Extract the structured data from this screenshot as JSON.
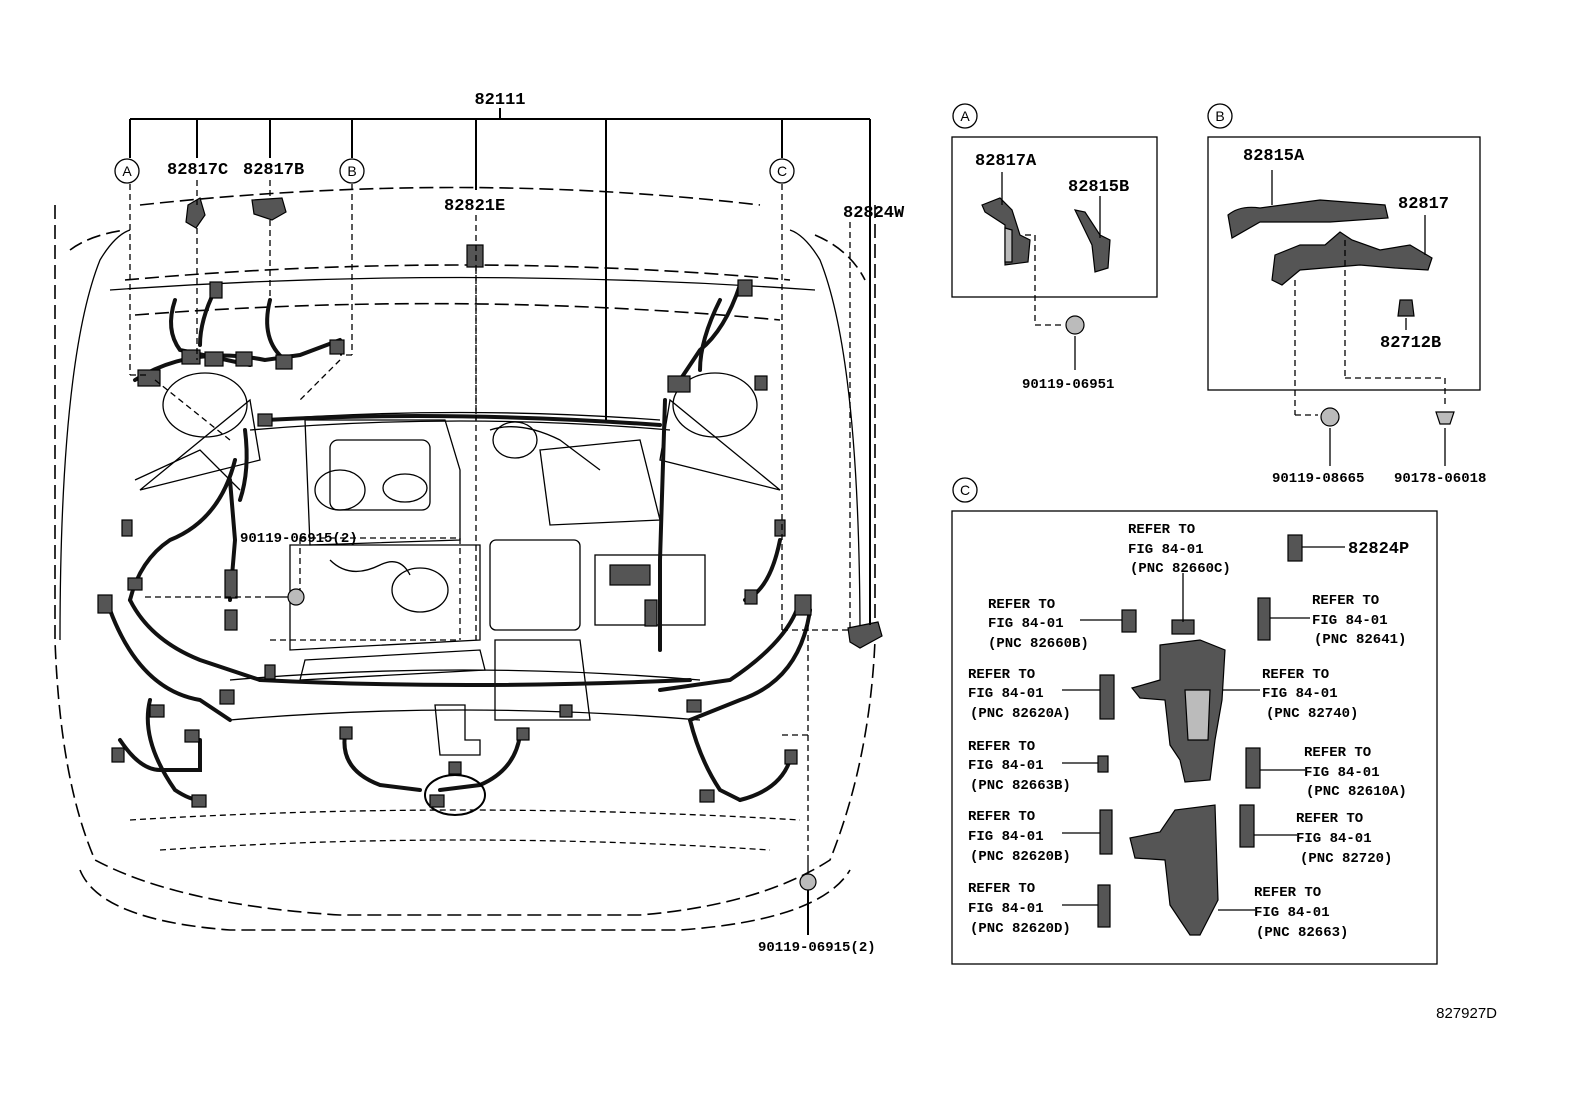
{
  "labels": {
    "harness": "82111",
    "p82817c": "82817C",
    "p82817b": "82817B",
    "p82821e": "82821E",
    "p82824w": "82824W",
    "bolt_left": "90119-06915(2)",
    "bolt_bottom": "90119-06915(2)",
    "p82817a": "82817A",
    "p82815b": "82815B",
    "bolt_a": "90119-06951",
    "p82815a": "82815A",
    "p82817": "82817",
    "p82712b": "82712B",
    "bolt_b": "90119-08665",
    "clip_b": "90178-06018",
    "p82824p": "82824P",
    "diagram_id": "827927D"
  },
  "callouts": {
    "a": "A",
    "b": "B",
    "c": "C"
  },
  "refer": {
    "r1": [
      "REFER TO",
      "FIG 84-01",
      "(PNC 82660C)"
    ],
    "r2": [
      "REFER TO",
      "FIG 84-01",
      "(PNC 82660B)"
    ],
    "r3": [
      "REFER TO",
      "FIG 84-01",
      "(PNC 82641)"
    ],
    "r4": [
      "REFER TO",
      "FIG 84-01",
      "(PNC 82620A)"
    ],
    "r5": [
      "REFER TO",
      "FIG 84-01",
      "(PNC 82740)"
    ],
    "r6": [
      "REFER TO",
      "FIG 84-01",
      "(PNC 82663B)"
    ],
    "r7": [
      "REFER TO",
      "FIG 84-01",
      "(PNC 82610A)"
    ],
    "r8": [
      "REFER TO",
      "FIG 84-01",
      "(PNC 82620B)"
    ],
    "r9": [
      "REFER TO",
      "FIG 84-01",
      "(PNC 82720)"
    ],
    "r10": [
      "REFER TO",
      "FIG 84-01",
      "(PNC 82620D)"
    ],
    "r11": [
      "REFER TO",
      "FIG 84-01",
      "(PNC 82663)"
    ]
  }
}
